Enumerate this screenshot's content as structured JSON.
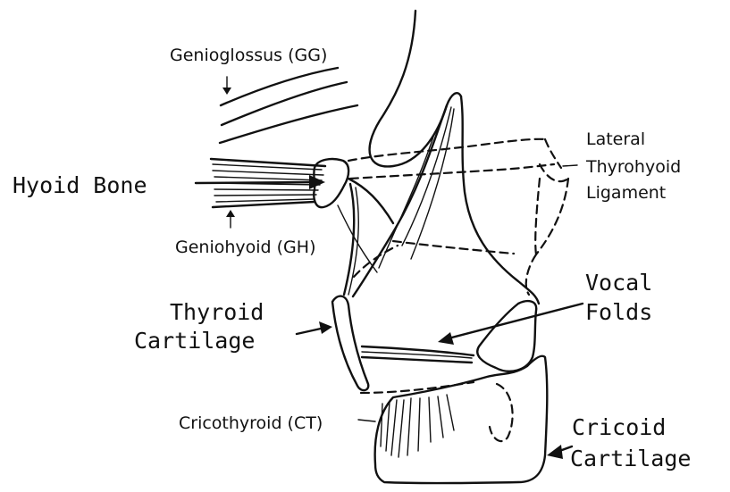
{
  "labels": {
    "genioglossus": "Genioglossus (GG)",
    "hyoid_bone": "Hyoid Bone",
    "geniohyoid": "Geniohyoid (GH)",
    "lateral_1": "Lateral",
    "lateral_2": "Thyrohyoid",
    "lateral_3": "Ligament",
    "thyroid_1": "Thyroid",
    "thyroid_2": "Cartilage",
    "vocal_1": "Vocal",
    "vocal_2": "Folds",
    "cricothyroid": "Cricothyroid (CT)",
    "cricoid_1": "Cricoid",
    "cricoid_2": "Cartilage"
  }
}
